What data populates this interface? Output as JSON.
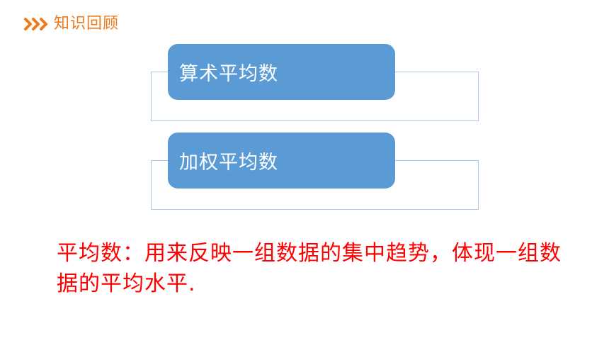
{
  "header": {
    "title": "知识回顾",
    "chevron_icon": "triple-chevron-right",
    "accent_color": "#f07a1a"
  },
  "cards": [
    {
      "label": "算术平均数"
    },
    {
      "label": "加权平均数"
    }
  ],
  "card_color": "#5b9bd5",
  "definition": {
    "text": "平均数：用来反映一组数据的集中趋势，体现一组数据的平均水平.",
    "color": "#ff0000"
  }
}
